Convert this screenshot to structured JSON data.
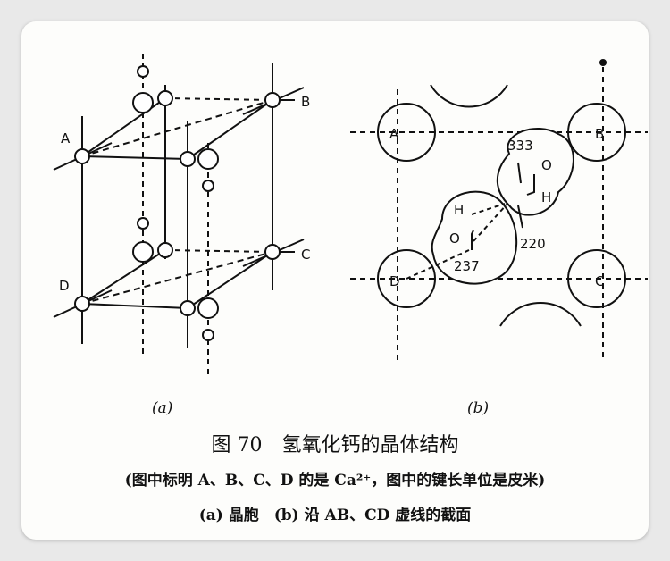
{
  "figure": {
    "title": "图 70　氢氧化钙的晶体结构",
    "note": "(图中标明 A、B、C、D 的是 Ca²⁺，图中的键长单位是皮米)",
    "legend": "(a) 晶胞　(b) 沿 AB、CD 虚线的截面"
  },
  "panel_a": {
    "label": "(a)",
    "points": {
      "A": "A",
      "B": "B",
      "C": "C",
      "D": "D"
    }
  },
  "panel_b": {
    "label": "(b)",
    "points": {
      "A": "A",
      "B": "B",
      "C": "C",
      "D": "D"
    },
    "atoms": {
      "O1": "O",
      "H1": "H",
      "O2": "O",
      "H2": "H"
    },
    "bond_lengths": {
      "b1": "333",
      "b2": "220",
      "b3": "237"
    }
  }
}
